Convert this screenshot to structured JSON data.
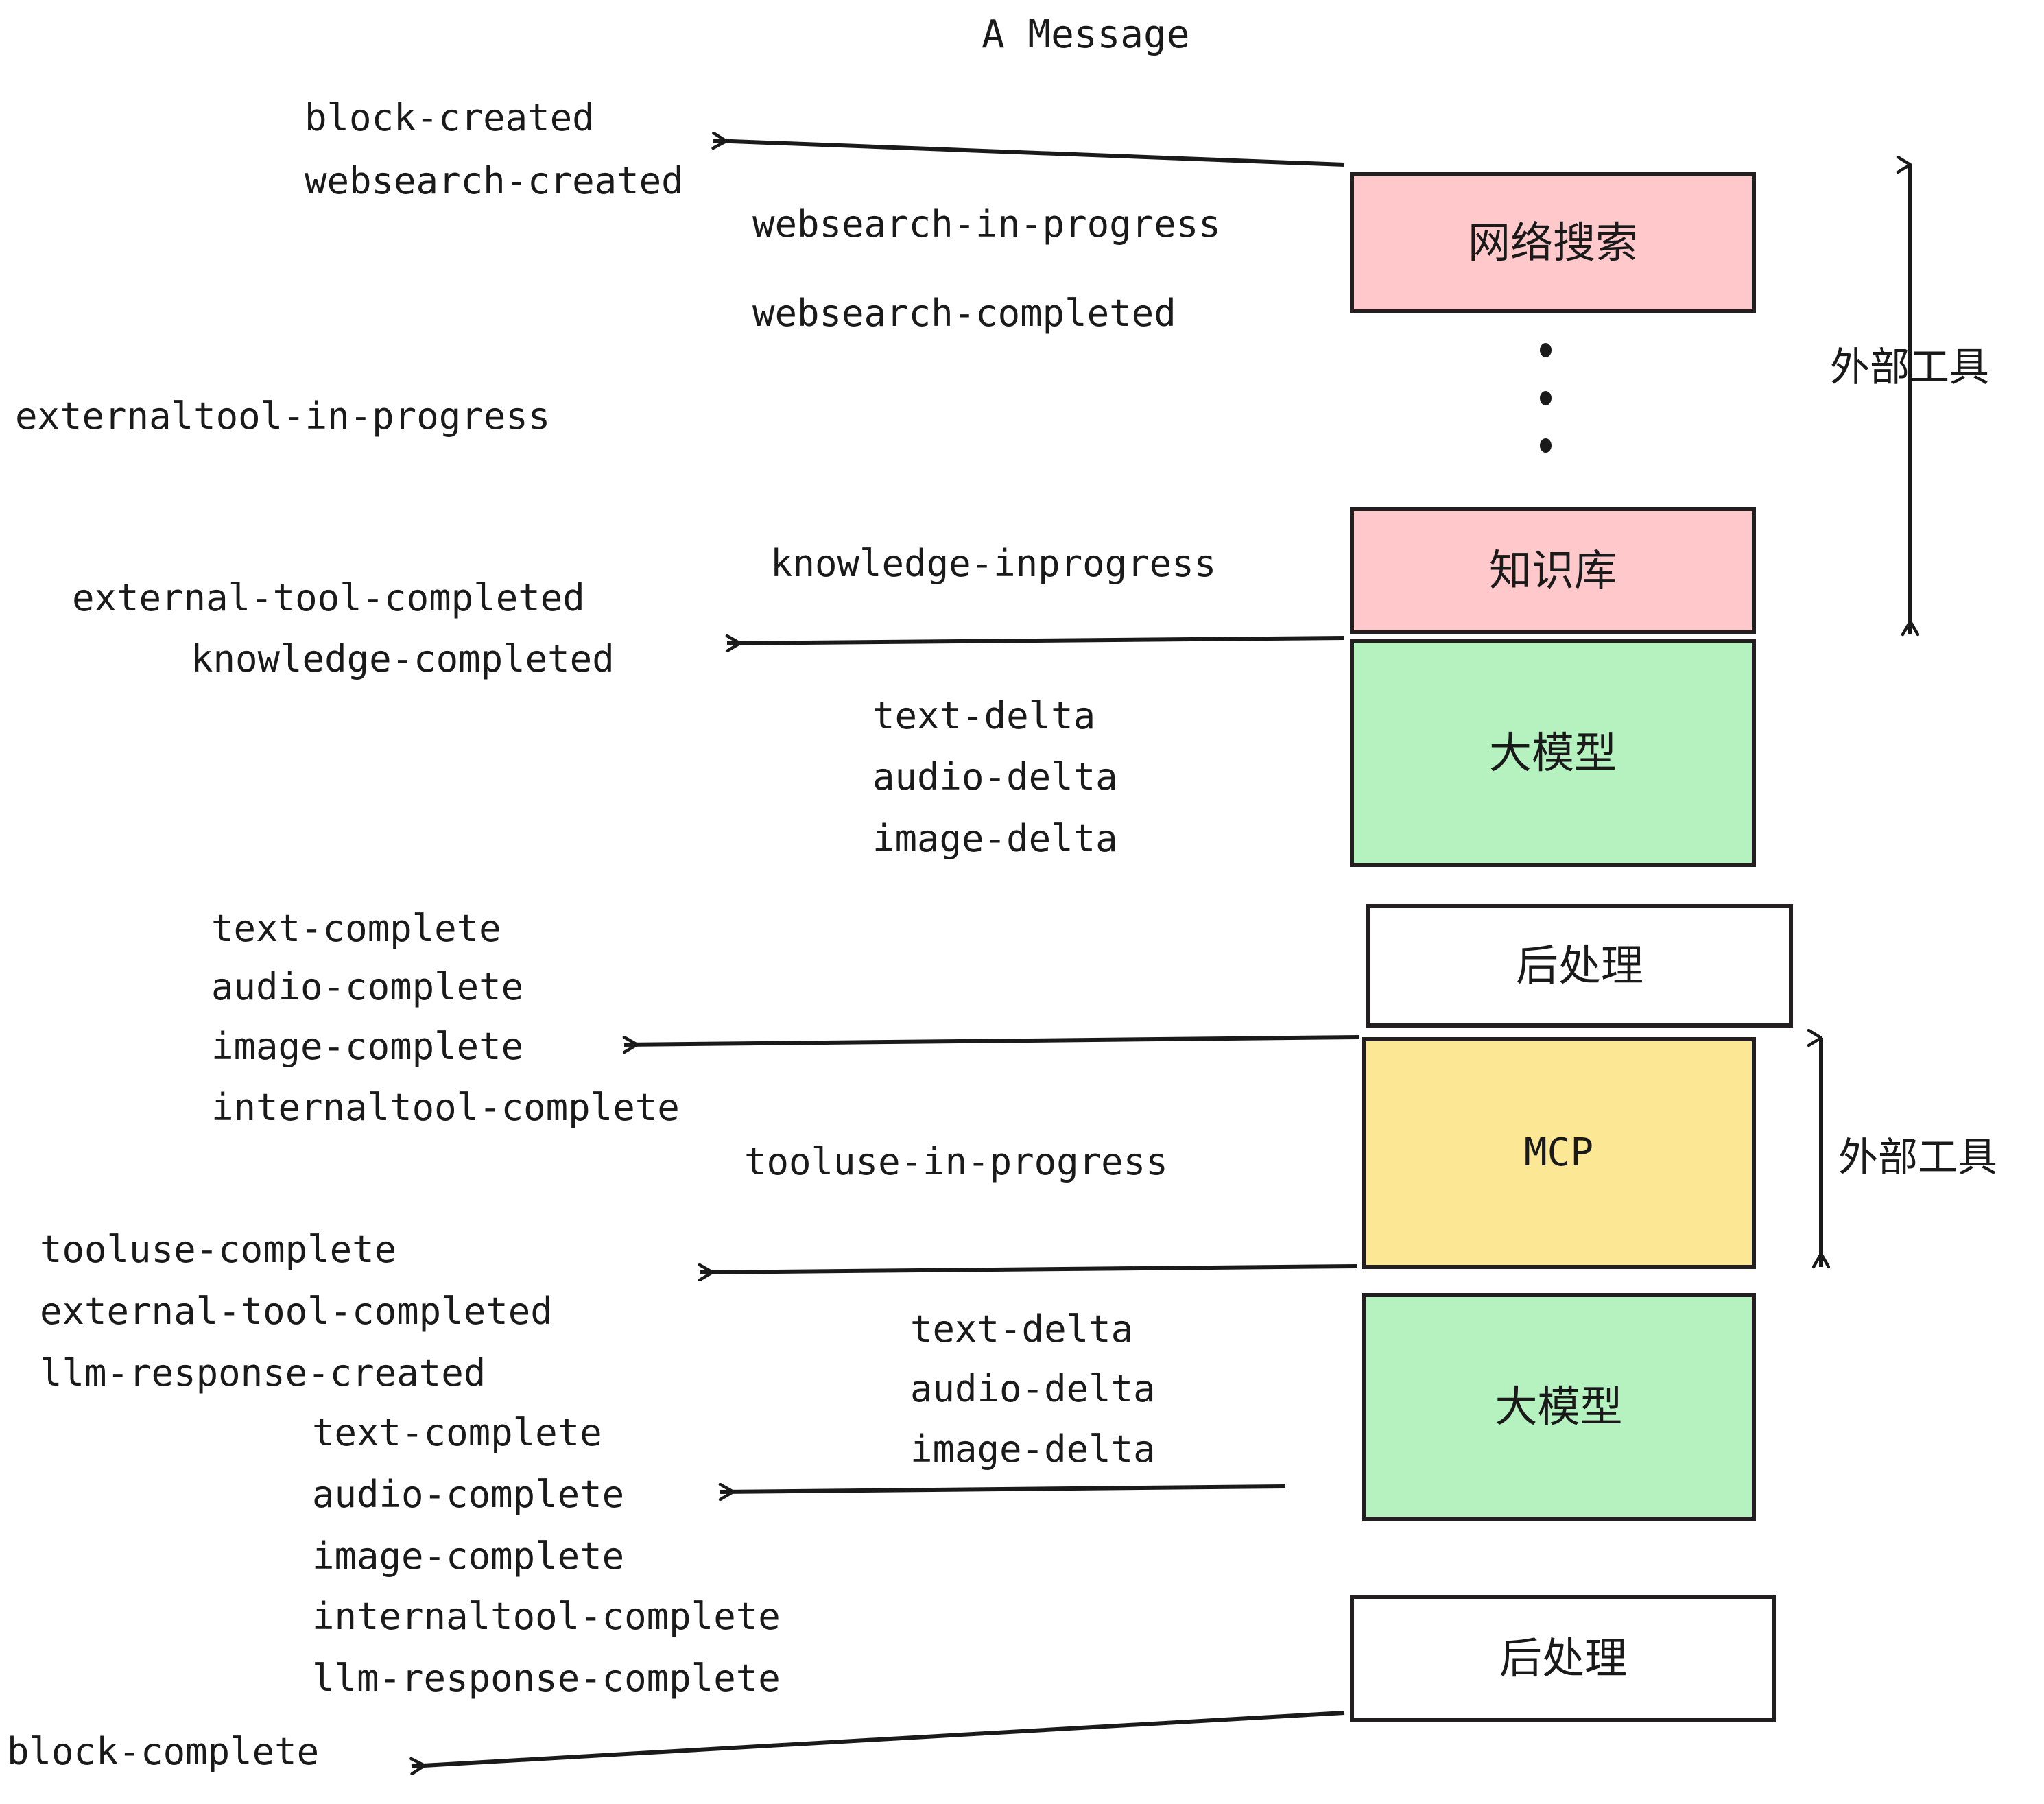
{
  "title": "A Message",
  "colors": {
    "pink": "#FFC9CB",
    "green": "#B6F2BF",
    "yellow": "#FCE894",
    "white": "#FFFFFF",
    "stroke": "#231F20",
    "text": "#1A1A1A"
  },
  "boxes": [
    {
      "id": "websearch",
      "label": "网络搜索",
      "fill": "#FFC9CB"
    },
    {
      "id": "knowledgebase",
      "label": "知识库",
      "fill": "#FFC9CB"
    },
    {
      "id": "llm-1",
      "label": "大模型",
      "fill": "#B6F2BF"
    },
    {
      "id": "postprocess-1",
      "label": "后处理",
      "fill": "#FFFFFF"
    },
    {
      "id": "mcp",
      "label": "MCP",
      "fill": "#FCE894"
    },
    {
      "id": "llm-2",
      "label": "大模型",
      "fill": "#B6F2BF"
    },
    {
      "id": "postprocess-2",
      "label": "后处理",
      "fill": "#FFFFFF"
    }
  ],
  "side_labels": [
    {
      "id": "external-tool-top",
      "label": "外部工具"
    },
    {
      "id": "external-tool-bottom",
      "label": "外部工具"
    }
  ],
  "events": {
    "block_created": "block-created",
    "websearch_created": "websearch-created",
    "websearch_in_progress": "websearch-in-progress",
    "websearch_completed": "websearch-completed",
    "externaltool_in_progress": "externaltool-in-progress",
    "knowledge_inprogress": "knowledge-inprogress",
    "external_tool_completed": "external-tool-completed",
    "knowledge_completed": "knowledge-completed",
    "text_delta_1": "text-delta",
    "audio_delta_1": "audio-delta",
    "image_delta_1": "image-delta",
    "text_complete_1": "text-complete",
    "audio_complete_1": "audio-complete",
    "image_complete_1": "image-complete",
    "internaltool_complete_1": "internaltool-complete",
    "tooluse_in_progress": "tooluse-in-progress",
    "tooluse_complete": "tooluse-complete",
    "external_tool_completed_2": "external-tool-completed",
    "llm_response_created": "llm-response-created",
    "text_delta_2": "text-delta",
    "audio_delta_2": "audio-delta",
    "image_delta_2": "image-delta",
    "text_complete_2": "text-complete",
    "audio_complete_2": "audio-complete",
    "image_complete_2": "image-complete",
    "internaltool_complete_2": "internaltool-complete",
    "llm_response_complete": "llm-response-complete",
    "block_complete": "block-complete"
  }
}
